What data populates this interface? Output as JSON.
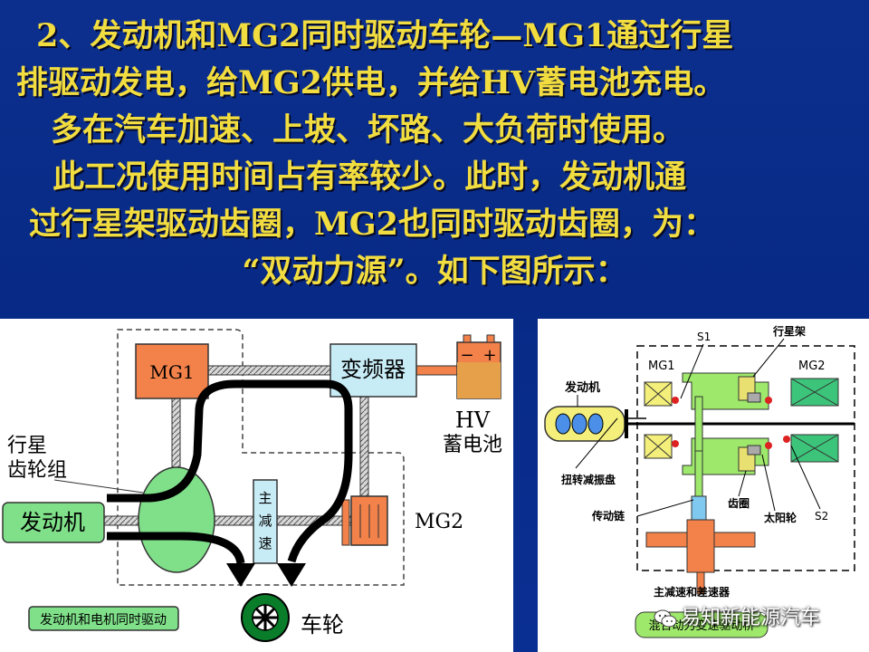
{
  "heading": {
    "lines": [
      "2、发动机和MG2同时驱动车轮—MG1通过行星",
      "排驱动发电，给MG2供电，并给HV蓄电池充电。",
      "多在汽车加速、上坡、坏路、大负荷时使用。",
      " 此工况使用时间占有率较少。此时，发动机通",
      "过行星架驱动齿圈，MG2也同时驱动齿圈，为：",
      "“双动力源”。如下图所示："
    ]
  },
  "left_diagram": {
    "mg1": "MG1",
    "inverter": "变频器",
    "battery_minus": "−",
    "battery_plus": "+",
    "battery_label_1": "HV",
    "battery_label_2": "蓄电池",
    "planetary_label_1": "行星",
    "planetary_label_2": "齿轮组",
    "engine": "发动机",
    "reducer_1": "主",
    "reducer_2": "减",
    "reducer_3": "速",
    "mg2": "MG2",
    "wheel": "车轮",
    "caption": "发动机和电机同时驱动"
  },
  "right_diagram": {
    "s1": "S1",
    "planet_carrier": "行星架",
    "mg1": "MG1",
    "mg2": "MG2",
    "engine": "发动机",
    "damper": "扭转减振盘",
    "ring_gear": "齿圈",
    "sun_gear": "太阳轮",
    "s2": "S2",
    "chain": "传动链",
    "final_drive": "主减速和差速器",
    "caption": "混合动力变速驱动桥"
  },
  "watermark": "易知新能源汽车",
  "colors": {
    "background": "#0a2f93",
    "title_text": "#f2dd40",
    "mg1_box": "#f2814a",
    "inverter_box": "#c8ecf6",
    "planetary": "#7fe089",
    "engine_box": "#7fe089",
    "caption_box": "#7fe089"
  }
}
